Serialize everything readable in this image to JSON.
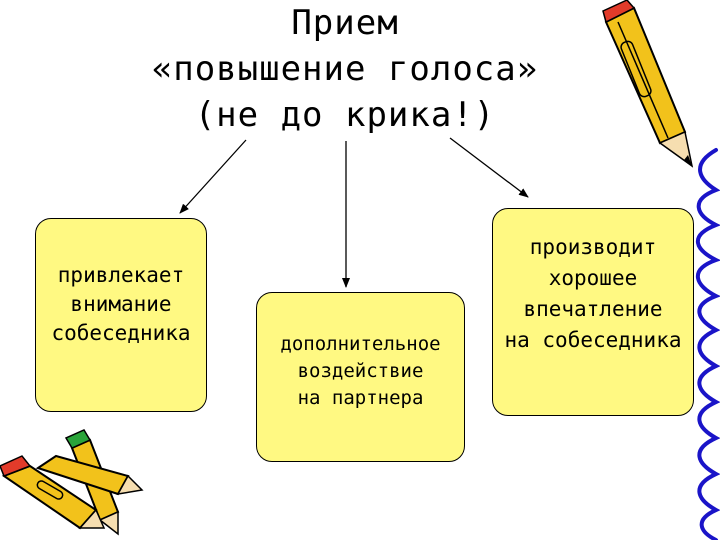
{
  "title": {
    "line1": "Прием",
    "line2": "«повышение голоса»",
    "line3": "(не до крика!)"
  },
  "boxes": {
    "left": {
      "line1": "привлекает",
      "line2": "внимание",
      "line3": "собеседника"
    },
    "middle": {
      "line1": "дополнительное",
      "line2": "воздействие",
      "line3": "на партнера"
    },
    "right": {
      "line1": "производит",
      "line2": "хорошее",
      "line3": "впечатление",
      "line4": "на собеседника"
    }
  },
  "colors": {
    "box_fill": "#fff982",
    "pencil_body": "#f2c21b",
    "pencil_eraser": "#e23b2a",
    "squiggle": "#1a14c8"
  },
  "icons": [
    "pencil-icon",
    "crossed-pencils-icon",
    "squiggle-line"
  ]
}
